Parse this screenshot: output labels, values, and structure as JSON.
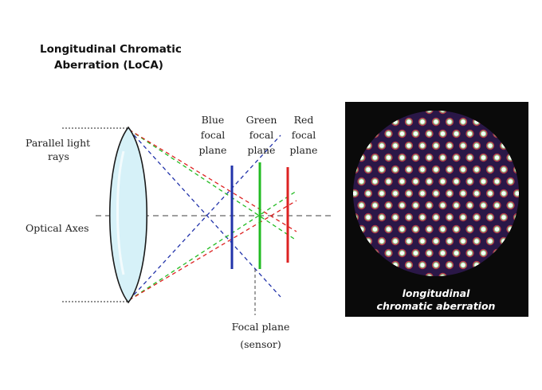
{
  "title": {
    "line1": "Longitudinal Chromatic",
    "line2": "Aberration (LoCA)"
  },
  "labels": {
    "parallel_rays": [
      "Parallel light",
      "rays"
    ],
    "optical_axes": "Optical Axes",
    "focal_plane_sensor": [
      "Focal plane",
      "(sensor)"
    ],
    "blue_plane": [
      "Blue",
      "focal",
      "plane"
    ],
    "green_plane": [
      "Green",
      "focal",
      "plane"
    ],
    "red_plane": [
      "Red",
      "focal",
      "plane"
    ]
  },
  "inset": {
    "caption": [
      "longitudinal",
      "chromatic aberration"
    ]
  },
  "colors": {
    "blue": "#2233aa",
    "green": "#22bb22",
    "red": "#dd2222",
    "lens_fill": "#d6f1f8",
    "lens_stroke": "#1a1a1a",
    "axis_dash": "#666666",
    "inset_bg": "#0a0a0a",
    "disc_fill": "#2a1747",
    "dot_outer": "#b33a4a",
    "dot_mid": "#8fd08f",
    "dot_core": "#ffffff"
  }
}
